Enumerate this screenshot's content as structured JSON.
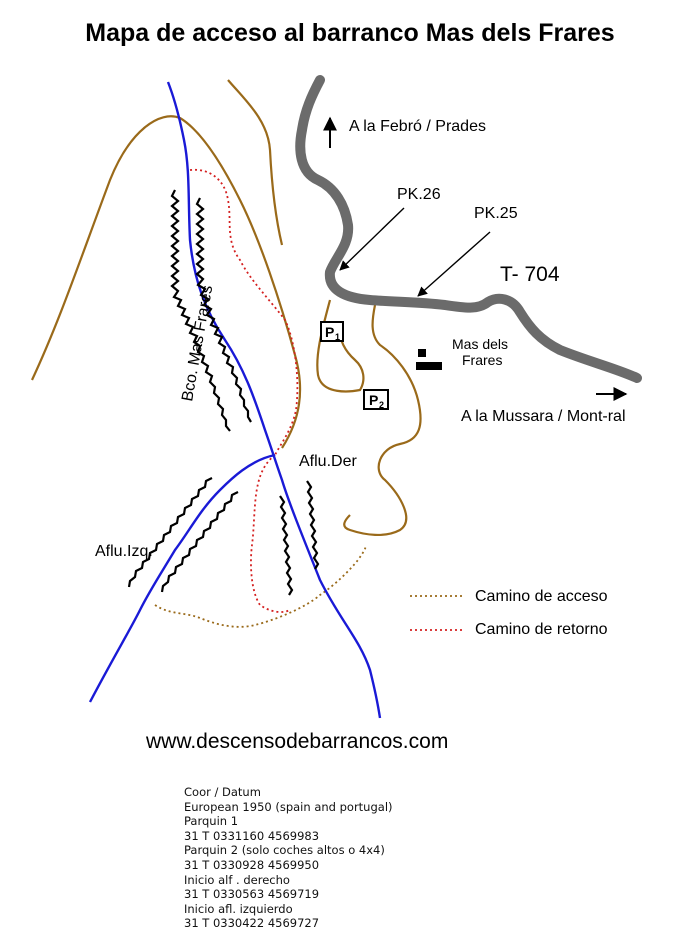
{
  "title": "Mapa de acceso al barranco Mas dels Frares",
  "labels": {
    "to_north": "A la Febró / Prades",
    "pk26": "PK.26",
    "pk25": "PK.25",
    "road": "T- 704",
    "mas_line1": "Mas dels",
    "mas_line2": "Frares",
    "to_east": "A la Mussara / Mont-ral",
    "canyon": "Bco. Mas Frares",
    "aflu_der": "Aflu.Der",
    "aflu_izq": "Aflu.Izq.",
    "p1": "P",
    "p1_sub": "1",
    "p2": "P",
    "p2_sub": "2"
  },
  "legend": {
    "access": "Camino de acceso",
    "return": "Camino de retorno"
  },
  "colors": {
    "river": "#1a1ad6",
    "road": "#6b6b6b",
    "access_path": "#9a6a1a",
    "return_path": "#d42020",
    "contour": "#9a6a1a"
  },
  "website": "www.descensodebarrancos.com",
  "coordinates": [
    "Coor / Datum",
    "European 1950 (spain and portugal)",
    "Parquin 1",
    "31 T 0331160 4569983",
    "Parquin 2 (solo coches altos o 4x4)",
    "31 T 0330928 4569950",
    "Inicio alf . derecho",
    "31 T 0330563 4569719",
    "Inicio afl. izquierdo",
    "31 T 0330422 4569727"
  ]
}
